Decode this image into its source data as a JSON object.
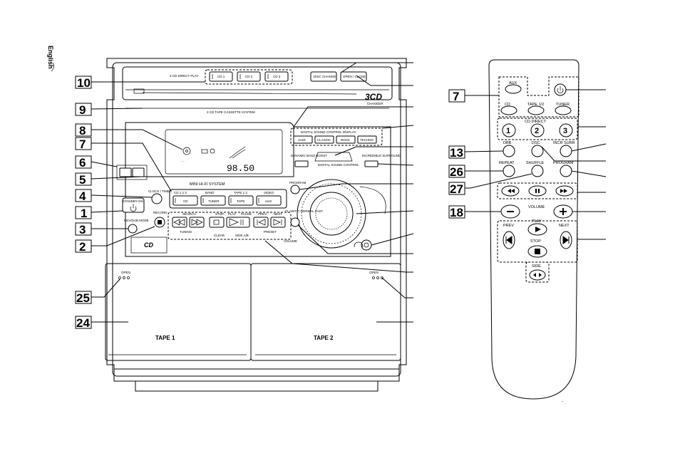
{
  "side_tab": "English",
  "unit": {
    "direct_play": "3 CD DIRECT PLAY",
    "cd_buttons": [
      "CD 1",
      "CD 2",
      "CD 3"
    ],
    "disc_change": "DISC CHANGE",
    "open_close": "OPEN / CLOSE",
    "logo": "3CD",
    "changer": "CHANGER",
    "subtitle": "3 CD TAPE CASSETTE SYSTEM",
    "dsc_display": "DIGITAL SOUND CONTROL DISPLAY",
    "dsc_buttons": [
      "JAZZ",
      "CLASSIC",
      "ROCK",
      "TECHNO"
    ],
    "dynamic_bass": "DYNAMIC BASS BOOST",
    "incredible_surround": "INCREDIBLE SURROUND",
    "digital_sound_control": "DIGITAL SOUND CONTROL",
    "display_value": "98.50",
    "mini_hifi": "MINI HI-FI SYSTEM",
    "source_labels": [
      "CD 1 2 3",
      "BAND",
      "TAPE 1 2",
      "VIDEO"
    ],
    "source_buttons": [
      "CD",
      "TUNER",
      "TAPE",
      "AUX"
    ],
    "clock_timer": "CLOCK / TIMER",
    "standby_on": "STANDBY-ON",
    "rev_mode": "REV/DUB MODE",
    "record": "RECORD",
    "program": "PROGRAM",
    "clarity": "CLARITY/ NORMAL FAST",
    "volume": "VOLUME",
    "transport_top": [
      "SEARCH",
      "STOP",
      "PLAY",
      "PAUSE",
      "PREV",
      "NEXT"
    ],
    "transport_bottom": [
      "TUNING",
      "CLEAR",
      "SIDE A/B",
      "PRESET"
    ],
    "cd_badge": "CD",
    "open1": "OPEN",
    "open2": "OPEN",
    "tape1": "TAPE 1",
    "tape2": "TAPE 2"
  },
  "remote": {
    "aux": "AUX",
    "cd": "CD",
    "tape12": "TAPE 1/2",
    "tuner": "TUNER",
    "cd_direct": "CD DIRECT",
    "digits": [
      "1",
      "2",
      "3"
    ],
    "dsc_short": "DBB",
    "dsc": "DSC",
    "incr": "INCR SURR",
    "repeat": "REPEAT",
    "shuffle": "SHUFFLE",
    "program": "PROGRAM",
    "volume": "VOLUME",
    "prev": "PREV",
    "play": "PLAY",
    "next": "NEXT",
    "stop": "STOP",
    "side": "SIDE"
  },
  "callouts_left": [
    "10",
    "9",
    "8",
    "7",
    "6",
    "5",
    "4",
    "1",
    "3",
    "2",
    "25",
    "24"
  ],
  "callouts_remote": [
    "7",
    "13",
    "26",
    "27",
    "18"
  ]
}
